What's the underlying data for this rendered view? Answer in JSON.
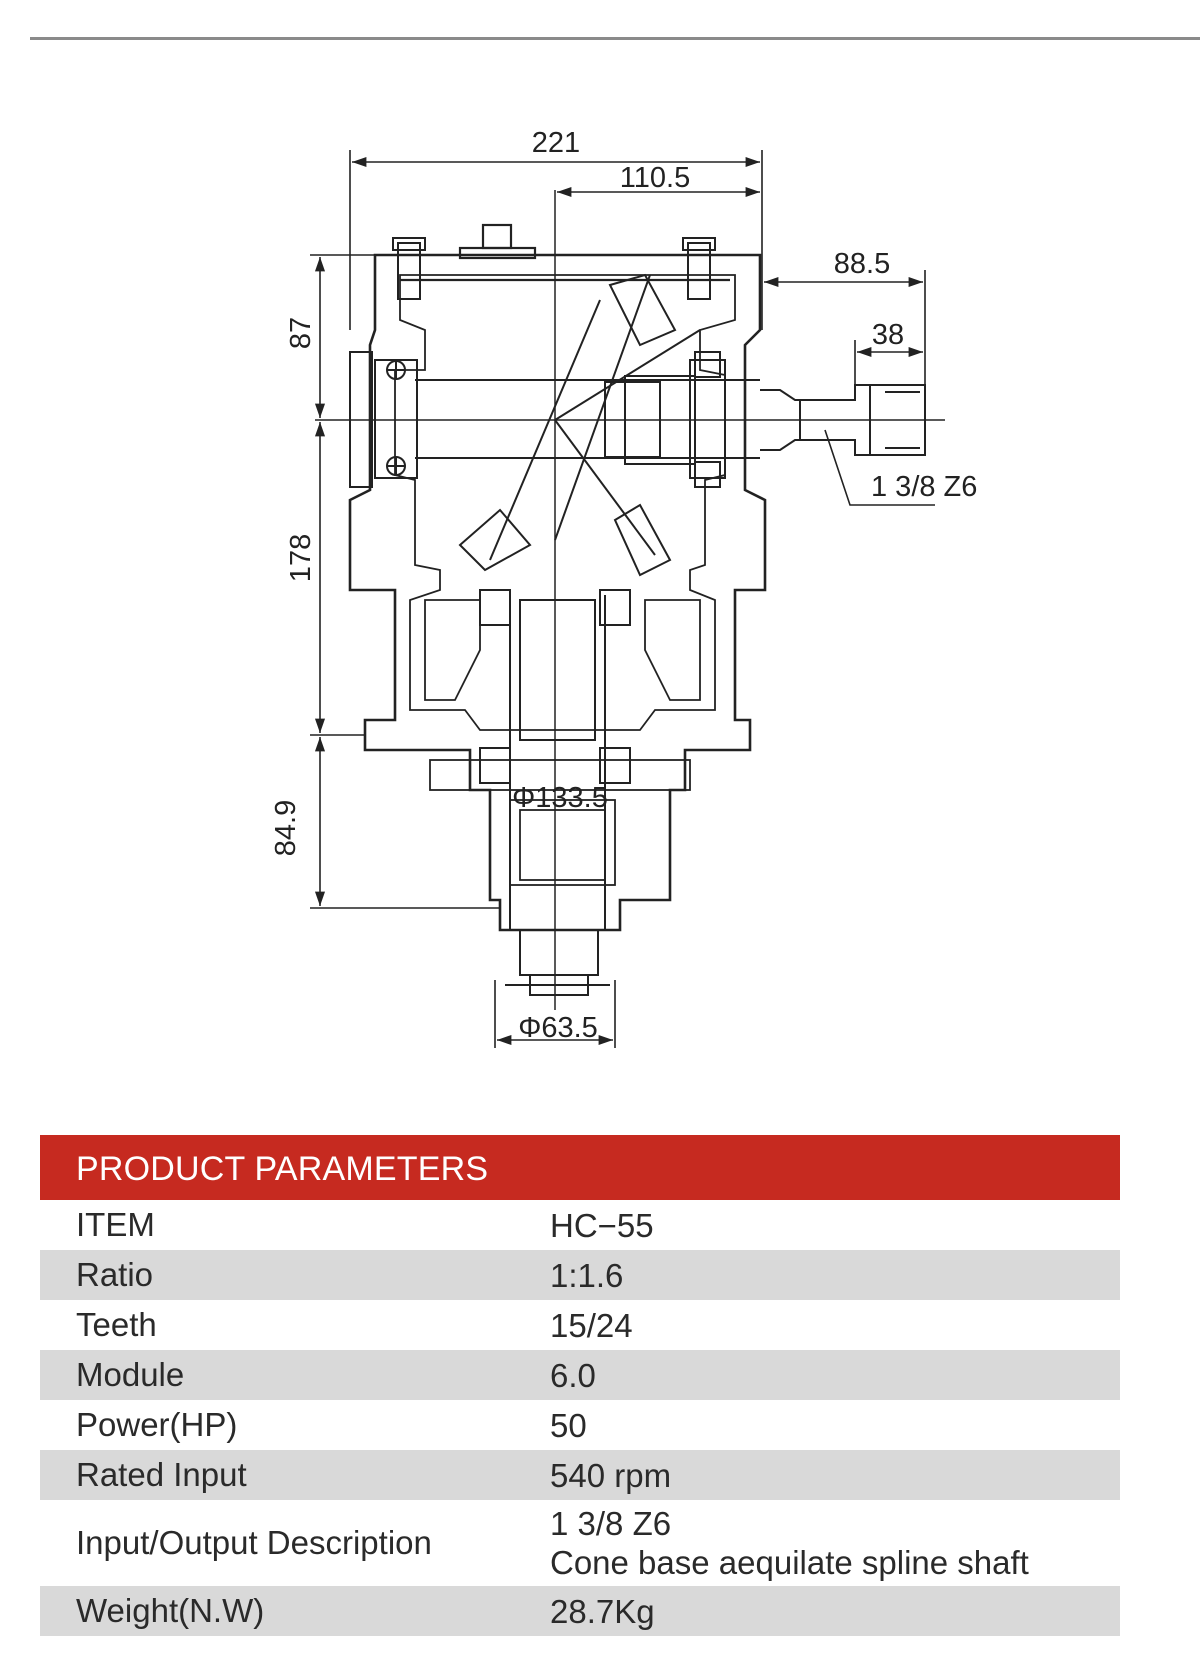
{
  "drawing": {
    "dims": {
      "total_width": "221",
      "half_width": "110.5",
      "shaft_reach": "88.5",
      "shaft_length": "38",
      "top_height": "87",
      "mid_height": "178",
      "bottom_height": "84.9",
      "flange_diameter": "Φ133.5",
      "shaft_diameter": "Φ63.5",
      "spline_callout": "1 3/8 Z6"
    }
  },
  "params": {
    "header": "PRODUCT PARAMETERS",
    "rows": [
      {
        "label": "ITEM",
        "value": "HC−55"
      },
      {
        "label": "Ratio",
        "value": "1:1.6"
      },
      {
        "label": "Teeth",
        "value": "15/24"
      },
      {
        "label": "Module",
        "value": "6.0"
      },
      {
        "label": "Power(HP)",
        "value": "50"
      },
      {
        "label": "Rated Input",
        "value": "540 rpm"
      },
      {
        "label": "Input/Output Description",
        "value": "1 3/8 Z6",
        "value2": "Cone base aequilate spline shaft"
      },
      {
        "label": "Weight(N.W)",
        "value": "28.7Kg"
      }
    ]
  }
}
